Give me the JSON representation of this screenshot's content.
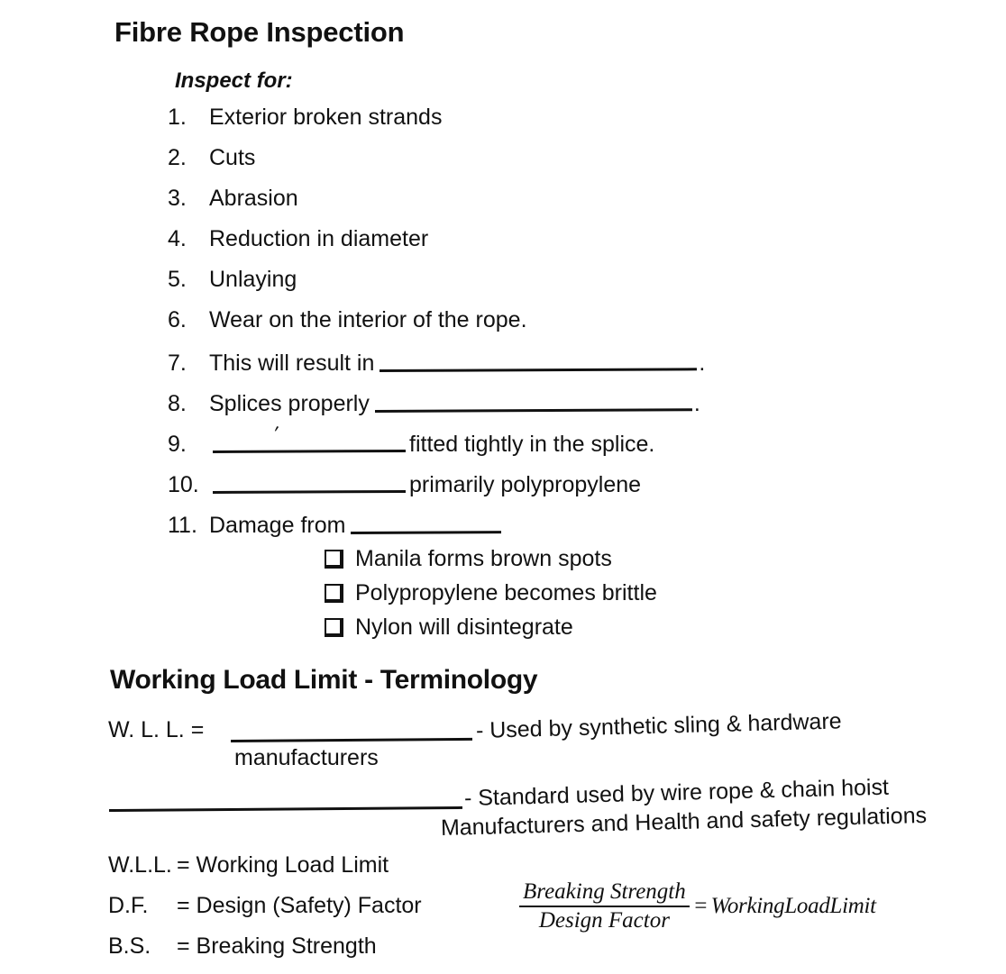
{
  "document": {
    "section1": {
      "title": "Fibre Rope Inspection",
      "subhead": "Inspect for:",
      "items": [
        {
          "num": "1.",
          "text": "Exterior broken strands",
          "blank": "none",
          "after": ""
        },
        {
          "num": "2.",
          "text": "Cuts",
          "blank": "none",
          "after": ""
        },
        {
          "num": "3.",
          "text": "Abrasion",
          "blank": "none",
          "after": ""
        },
        {
          "num": "4.",
          "text": "Reduction in diameter",
          "blank": "none",
          "after": ""
        },
        {
          "num": "5.",
          "text": "Unlaying",
          "blank": "none",
          "after": ""
        },
        {
          "num": "6.",
          "text": "Wear on the interior of the rope.",
          "blank": "none",
          "after": ""
        },
        {
          "num": "7.",
          "text": "This will result in",
          "blank": "long",
          "after": "."
        },
        {
          "num": "8.",
          "text": "Splices properly",
          "blank": "long",
          "after": "."
        },
        {
          "num": "9.",
          "text": "",
          "blank": "mid",
          "after": "fitted tightly in the splice."
        },
        {
          "num": "10.",
          "text": "",
          "blank": "mid",
          "after": "primarily polypropylene"
        },
        {
          "num": "11.",
          "text": "Damage from",
          "blank": "short",
          "after": ""
        }
      ],
      "checkboxes": [
        "Manila forms brown spots",
        "Polypropylene becomes brittle",
        "Nylon will disintegrate"
      ],
      "stray_mark": "′"
    },
    "section2": {
      "title": "Working Load Limit - Terminology",
      "wll_label": "W. L. L.  =",
      "note_1": "- Used by synthetic sling & hardware",
      "manufacturers": "manufacturers",
      "note_2": "- Standard used by wire rope & chain hoist",
      "note_3": "Manufacturers and Health and safety regulations",
      "abbreviations": [
        {
          "key": "W.L.L.",
          "value": "= Working Load Limit"
        },
        {
          "key": "D.F.",
          "value": "= Design (Safety) Factor"
        },
        {
          "key": "B.S.",
          "value": "= Breaking Strength"
        }
      ],
      "formula": {
        "numerator": "Breaking Strength",
        "denominator": "Design Factor",
        "equals": "=",
        "result": "WorkingLoadLimit"
      }
    }
  }
}
